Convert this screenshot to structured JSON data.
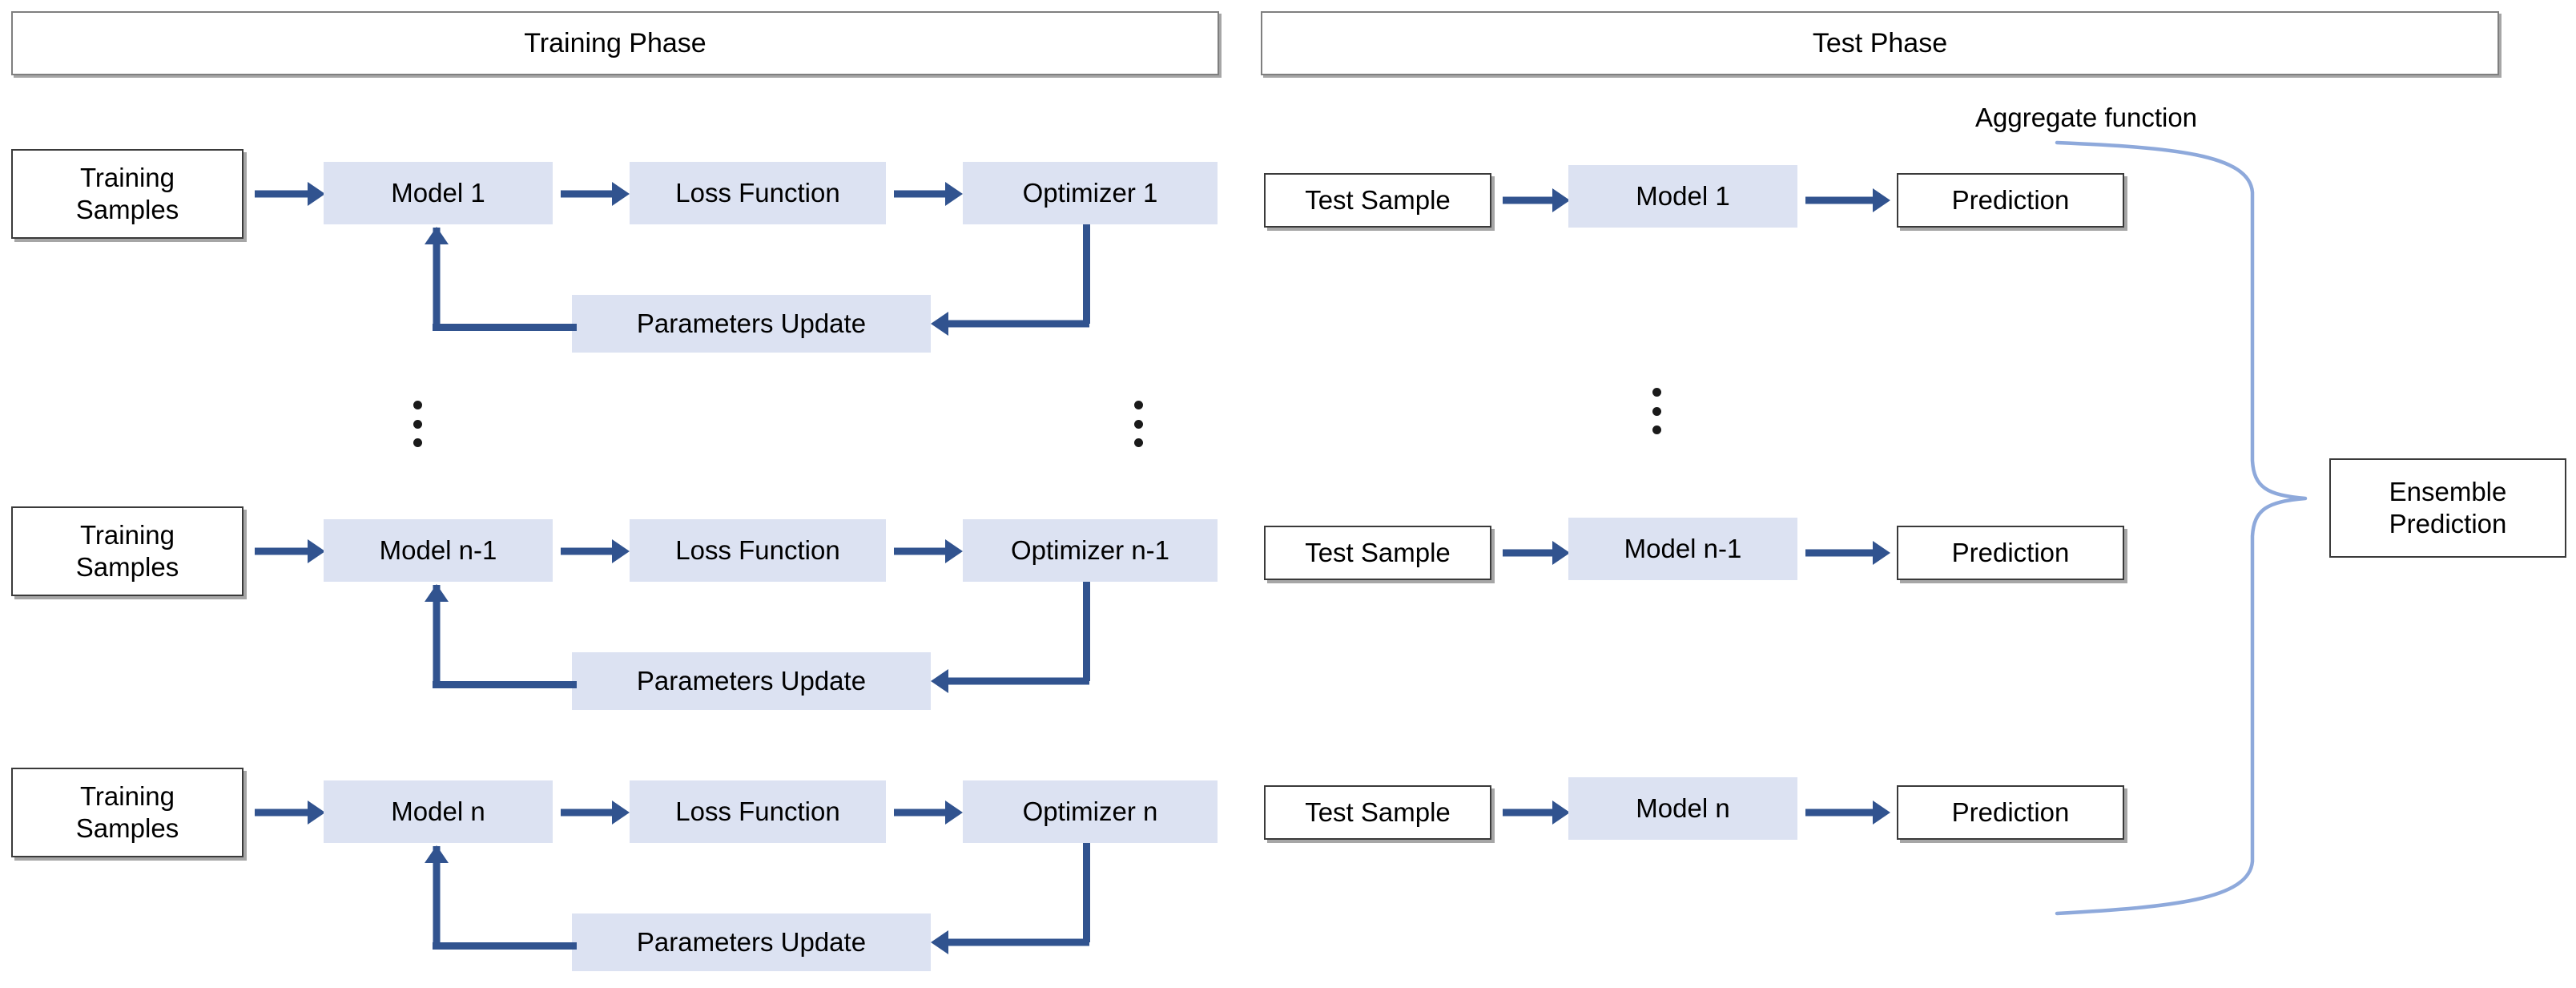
{
  "diagram": {
    "title": "Ensemble learning training and test phase diagram",
    "colors": {
      "box_fill_blue": "#dce2f2",
      "box_fill_white": "#ffffff",
      "arrow_blue": "#31538f",
      "brace_blue": "#8ea9db",
      "header_border": "#7f7f7f",
      "box_border": "#3a3a3a",
      "shadow": "#a6a6a6"
    }
  },
  "headers": {
    "training": "Training Phase",
    "test": "Test Phase"
  },
  "labels": {
    "training_samples": "Training\nSamples",
    "loss_function": "Loss Function",
    "parameters_update": "Parameters Update",
    "test_sample": "Test Sample",
    "prediction": "Prediction",
    "aggregate_function": "Aggregate function",
    "ensemble_prediction": "Ensemble\nPrediction",
    "ellipsis": "⋮"
  },
  "training_rows": [
    {
      "samples": "Training\nSamples",
      "model": "Model 1",
      "loss": "Loss Function",
      "optimizer": "Optimizer 1",
      "update": "Parameters Update"
    },
    {
      "samples": "Training\nSamples",
      "model": "Model n-1",
      "loss": "Loss Function",
      "optimizer": "Optimizer n-1",
      "update": "Parameters Update"
    },
    {
      "samples": "Training\nSamples",
      "model": "Model n",
      "loss": "Loss Function",
      "optimizer": "Optimizer n",
      "update": "Parameters Update"
    }
  ],
  "test_rows": [
    {
      "sample": "Test Sample",
      "model": "Model 1",
      "prediction": "Prediction"
    },
    {
      "sample": "Test Sample",
      "model": "Model n-1",
      "prediction": "Prediction"
    },
    {
      "sample": "Test Sample",
      "model": "Model n",
      "prediction": "Prediction"
    }
  ],
  "output": {
    "aggregate_function": "Aggregate function",
    "ensemble_prediction_line1": "Ensemble",
    "ensemble_prediction_line2": "Prediction"
  }
}
